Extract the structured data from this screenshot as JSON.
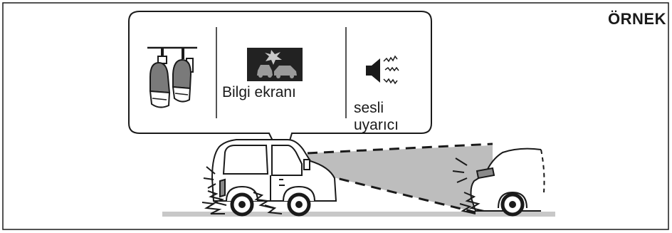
{
  "example_label": "ÖRNEK",
  "info_display_label": "Bilgi ekranı",
  "warning_label_line1": "sesli",
  "warning_label_line2": "uyarıcı",
  "colors": {
    "outline": "#1a1a1a",
    "sensor_zone": "#bdbdbd",
    "road": "#c8c8c8",
    "display_bg": "#222222"
  },
  "icons": [
    "pedal-icon",
    "collision-warning-icon",
    "buzzer-icon",
    "sound-wave-icon",
    "impact-flash-icon"
  ]
}
